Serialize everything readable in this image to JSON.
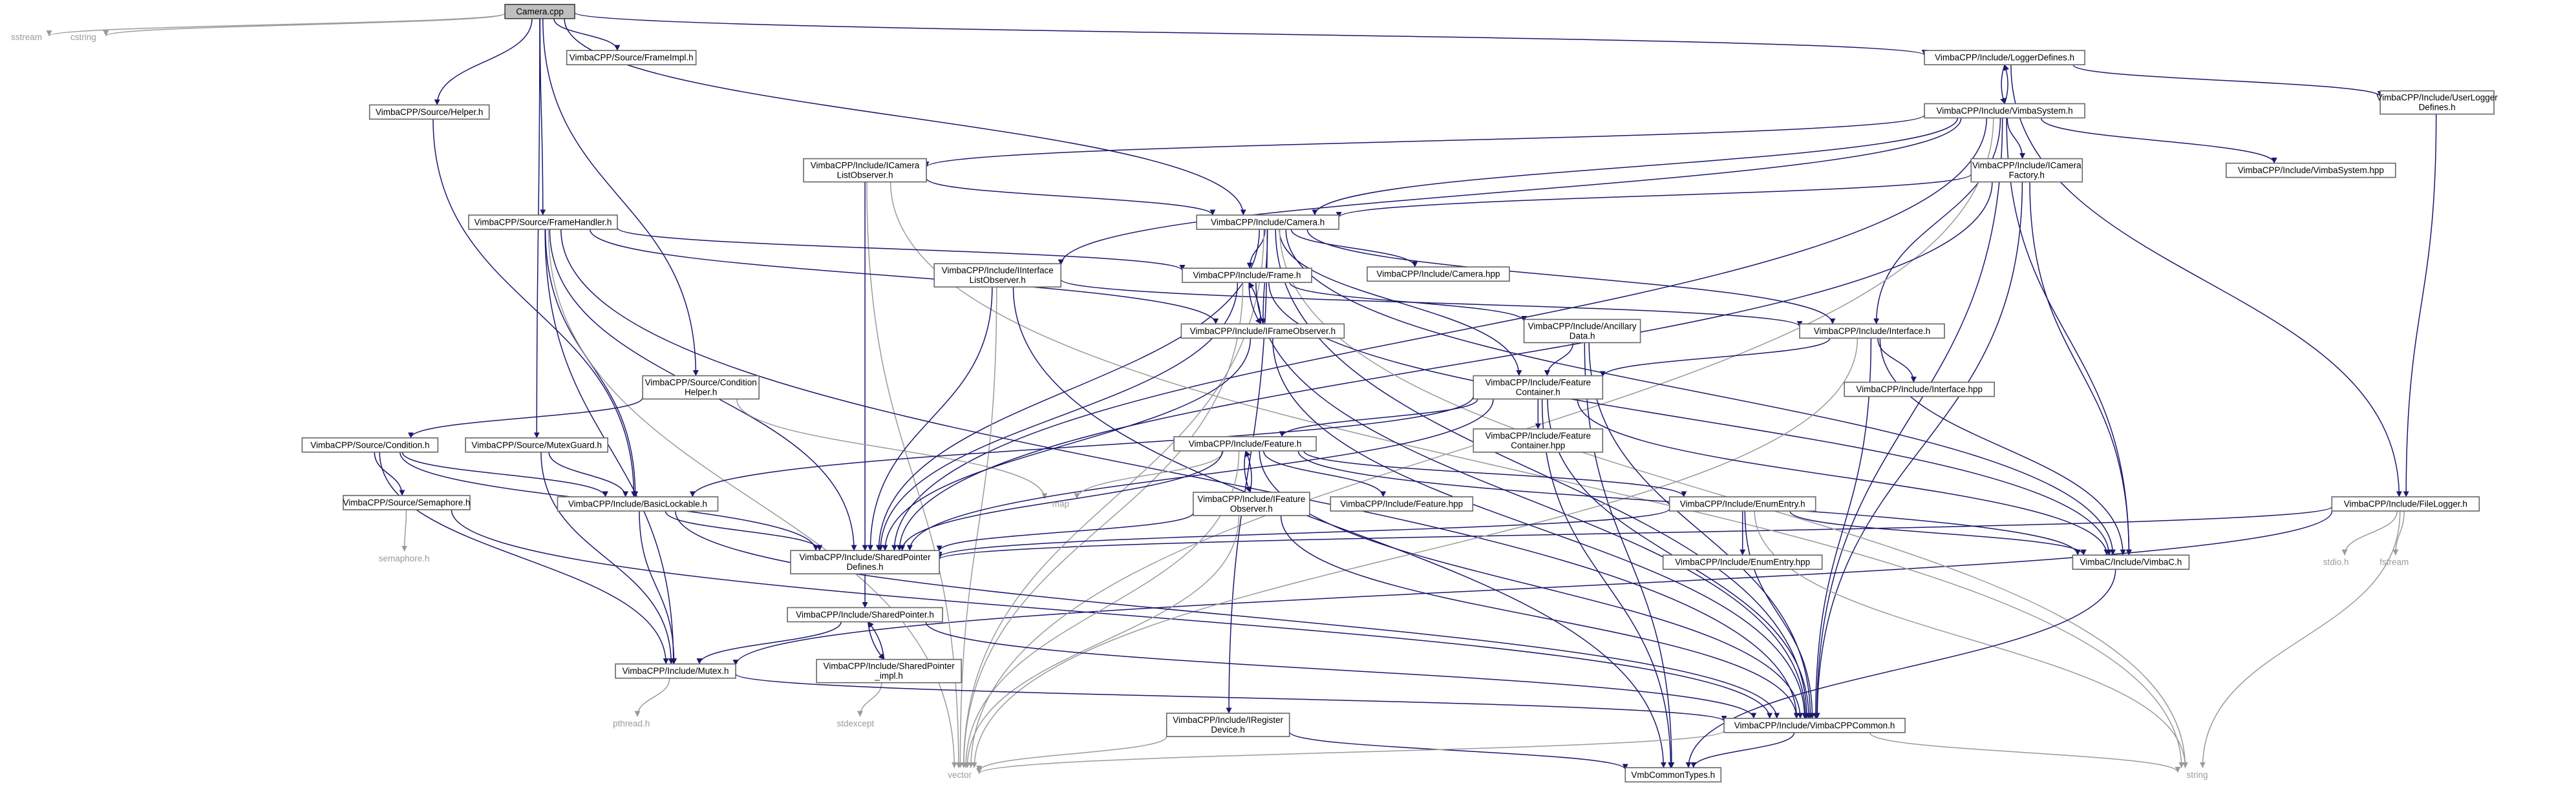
{
  "diagram": {
    "type": "include-dependency-graph",
    "colors": {
      "edge": "#191970",
      "system_edge": "#9a9a9a",
      "root_fill": "#bfbfbf",
      "node_border": "#666666"
    },
    "nodes": [
      {
        "id": "camera_cpp",
        "lines": [
          "Camera.cpp"
        ],
        "kind": "root"
      },
      {
        "id": "sstream",
        "lines": [
          "sstream"
        ],
        "kind": "system"
      },
      {
        "id": "cstring",
        "lines": [
          "cstring"
        ],
        "kind": "system"
      },
      {
        "id": "source_frameimpl",
        "lines": [
          "VimbaCPP/Source/FrameImpl.h"
        ],
        "kind": "file"
      },
      {
        "id": "source_helper",
        "lines": [
          "VimbaCPP/Source/Helper.h"
        ],
        "kind": "file"
      },
      {
        "id": "source_framehandler",
        "lines": [
          "VimbaCPP/Source/FrameHandler.h"
        ],
        "kind": "file"
      },
      {
        "id": "source_conditionhelper",
        "lines": [
          "VimbaCPP/Source/Condition",
          "Helper.h"
        ],
        "kind": "file"
      },
      {
        "id": "source_mutexguard",
        "lines": [
          "VimbaCPP/Source/MutexGuard.h"
        ],
        "kind": "file"
      },
      {
        "id": "source_condition",
        "lines": [
          "VimbaCPP/Source/Condition.h"
        ],
        "kind": "file"
      },
      {
        "id": "source_semaphore",
        "lines": [
          "VimbaCPP/Source/Semaphore.h"
        ],
        "kind": "file"
      },
      {
        "id": "semaphore_h",
        "lines": [
          "semaphore.h"
        ],
        "kind": "system"
      },
      {
        "id": "inc_loggerdefines",
        "lines": [
          "VimbaCPP/Include/LoggerDefines.h"
        ],
        "kind": "file"
      },
      {
        "id": "inc_vimbasystem",
        "lines": [
          "VimbaCPP/Include/VimbaSystem.h"
        ],
        "kind": "file"
      },
      {
        "id": "inc_userloggerdefines",
        "lines": [
          "VimbaCPP/Include/UserLogger",
          "Defines.h"
        ],
        "kind": "file"
      },
      {
        "id": "inc_icameralistobserver",
        "lines": [
          "VimbaCPP/Include/ICamera",
          "ListObserver.h"
        ],
        "kind": "file"
      },
      {
        "id": "inc_icamerafactory",
        "lines": [
          "VimbaCPP/Include/ICamera",
          "Factory.h"
        ],
        "kind": "file"
      },
      {
        "id": "inc_vimbasystem_hpp",
        "lines": [
          "VimbaCPP/Include/VimbaSystem.hpp"
        ],
        "kind": "file"
      },
      {
        "id": "inc_camera_h",
        "lines": [
          "VimbaCPP/Include/Camera.h"
        ],
        "kind": "file"
      },
      {
        "id": "inc_camera_hpp",
        "lines": [
          "VimbaCPP/Include/Camera.hpp"
        ],
        "kind": "file"
      },
      {
        "id": "inc_iinterfacelistobserver",
        "lines": [
          "VimbaCPP/Include/IInterface",
          "ListObserver.h"
        ],
        "kind": "file"
      },
      {
        "id": "inc_frame",
        "lines": [
          "VimbaCPP/Include/Frame.h"
        ],
        "kind": "file"
      },
      {
        "id": "inc_iframeobserver",
        "lines": [
          "VimbaCPP/Include/IFrameObserver.h"
        ],
        "kind": "file"
      },
      {
        "id": "inc_ancillarydata",
        "lines": [
          "VimbaCPP/Include/Ancillary",
          "Data.h"
        ],
        "kind": "file"
      },
      {
        "id": "inc_interface",
        "lines": [
          "VimbaCPP/Include/Interface.h"
        ],
        "kind": "file"
      },
      {
        "id": "inc_interface_hpp",
        "lines": [
          "VimbaCPP/Include/Interface.hpp"
        ],
        "kind": "file"
      },
      {
        "id": "inc_featurecontainer",
        "lines": [
          "VimbaCPP/Include/Feature",
          "Container.h"
        ],
        "kind": "file"
      },
      {
        "id": "inc_featurecontainer_hpp",
        "lines": [
          "VimbaCPP/Include/Feature",
          "Container.hpp"
        ],
        "kind": "file"
      },
      {
        "id": "inc_feature",
        "lines": [
          "VimbaCPP/Include/Feature.h"
        ],
        "kind": "file"
      },
      {
        "id": "map",
        "lines": [
          "map"
        ],
        "kind": "system"
      },
      {
        "id": "inc_ifeatureobserver",
        "lines": [
          "VimbaCPP/Include/IFeature",
          "Observer.h"
        ],
        "kind": "file"
      },
      {
        "id": "inc_feature_hpp",
        "lines": [
          "VimbaCPP/Include/Feature.hpp"
        ],
        "kind": "file"
      },
      {
        "id": "inc_enumentry",
        "lines": [
          "VimbaCPP/Include/EnumEntry.h"
        ],
        "kind": "file"
      },
      {
        "id": "inc_enumentry_hpp",
        "lines": [
          "VimbaCPP/Include/EnumEntry.hpp"
        ],
        "kind": "file"
      },
      {
        "id": "inc_basiclockable",
        "lines": [
          "VimbaCPP/Include/BasicLockable.h"
        ],
        "kind": "file"
      },
      {
        "id": "inc_sharedpointerdefines",
        "lines": [
          "VimbaCPP/Include/SharedPointer",
          "Defines.h"
        ],
        "kind": "file"
      },
      {
        "id": "inc_sharedpointer",
        "lines": [
          "VimbaCPP/Include/SharedPointer.h"
        ],
        "kind": "file"
      },
      {
        "id": "inc_sharedpointer_impl",
        "lines": [
          "VimbaCPP/Include/SharedPointer",
          "_impl.h"
        ],
        "kind": "file"
      },
      {
        "id": "stdexcept",
        "lines": [
          "stdexcept"
        ],
        "kind": "system"
      },
      {
        "id": "inc_mutex",
        "lines": [
          "VimbaCPP/Include/Mutex.h"
        ],
        "kind": "file"
      },
      {
        "id": "pthread",
        "lines": [
          "pthread.h"
        ],
        "kind": "system"
      },
      {
        "id": "inc_registerdevice",
        "lines": [
          "VimbaCPP/Include/IRegister",
          "Device.h"
        ],
        "kind": "file"
      },
      {
        "id": "inc_vimbacppcommon",
        "lines": [
          "VimbaCPP/Include/VimbaCPPCommon.h"
        ],
        "kind": "file"
      },
      {
        "id": "vimbac",
        "lines": [
          "VimbaC/Include/VimbaC.h"
        ],
        "kind": "file"
      },
      {
        "id": "vmbcommontypes",
        "lines": [
          "VmbCommonTypes.h"
        ],
        "kind": "file"
      },
      {
        "id": "vector",
        "lines": [
          "vector"
        ],
        "kind": "system"
      },
      {
        "id": "string",
        "lines": [
          "string"
        ],
        "kind": "system"
      },
      {
        "id": "inc_filelogger",
        "lines": [
          "VimbaCPP/Include/FileLogger.h"
        ],
        "kind": "file"
      },
      {
        "id": "stdio",
        "lines": [
          "stdio.h"
        ],
        "kind": "system"
      },
      {
        "id": "fstream",
        "lines": [
          "fstream"
        ],
        "kind": "system"
      }
    ],
    "edges": [
      [
        "camera_cpp",
        "sstream"
      ],
      [
        "camera_cpp",
        "cstring"
      ],
      [
        "camera_cpp",
        "source_frameimpl"
      ],
      [
        "camera_cpp",
        "source_helper"
      ],
      [
        "camera_cpp",
        "source_framehandler"
      ],
      [
        "camera_cpp",
        "source_conditionhelper"
      ],
      [
        "camera_cpp",
        "source_mutexguard"
      ],
      [
        "camera_cpp",
        "inc_loggerdefines"
      ],
      [
        "camera_cpp",
        "inc_camera_h"
      ],
      [
        "inc_loggerdefines",
        "inc_vimbasystem"
      ],
      [
        "inc_vimbasystem",
        "inc_loggerdefines"
      ],
      [
        "inc_loggerdefines",
        "inc_userloggerdefines"
      ],
      [
        "inc_loggerdefines",
        "inc_filelogger"
      ],
      [
        "inc_userloggerdefines",
        "inc_filelogger"
      ],
      [
        "inc_filelogger",
        "stdio"
      ],
      [
        "inc_filelogger",
        "fstream"
      ],
      [
        "inc_filelogger",
        "string"
      ],
      [
        "inc_filelogger",
        "inc_mutex"
      ],
      [
        "inc_filelogger",
        "inc_sharedpointerdefines"
      ],
      [
        "inc_vimbasystem",
        "inc_icameralistobserver"
      ],
      [
        "inc_vimbasystem",
        "inc_icamerafactory"
      ],
      [
        "inc_vimbasystem",
        "inc_vimbasystem_hpp"
      ],
      [
        "inc_vimbasystem",
        "inc_camera_h"
      ],
      [
        "inc_vimbasystem",
        "inc_interface"
      ],
      [
        "inc_vimbasystem",
        "inc_iinterfacelistobserver"
      ],
      [
        "inc_vimbasystem",
        "vector"
      ],
      [
        "inc_vimbasystem",
        "inc_sharedpointerdefines"
      ],
      [
        "inc_vimbasystem",
        "vimbac"
      ],
      [
        "inc_vimbasystem",
        "inc_vimbacppcommon"
      ],
      [
        "inc_icameralistobserver",
        "inc_camera_h"
      ],
      [
        "inc_icameralistobserver",
        "vector"
      ],
      [
        "inc_icameralistobserver",
        "inc_sharedpointerdefines"
      ],
      [
        "inc_icameralistobserver",
        "string"
      ],
      [
        "inc_icamerafactory",
        "inc_camera_h"
      ],
      [
        "inc_icamerafactory",
        "vimbac"
      ],
      [
        "inc_icamerafactory",
        "inc_vimbacppcommon"
      ],
      [
        "inc_icamerafactory",
        "inc_sharedpointerdefines"
      ],
      [
        "source_helper",
        "inc_basiclockable"
      ],
      [
        "source_framehandler",
        "inc_frame"
      ],
      [
        "source_framehandler",
        "inc_iframeobserver"
      ],
      [
        "source_framehandler",
        "inc_sharedpointerdefines"
      ],
      [
        "source_framehandler",
        "inc_basiclockable"
      ],
      [
        "source_framehandler",
        "inc_mutex"
      ],
      [
        "source_framehandler",
        "vector"
      ],
      [
        "source_framehandler",
        "inc_vimbacppcommon"
      ],
      [
        "source_conditionhelper",
        "source_condition"
      ],
      [
        "source_conditionhelper",
        "map"
      ],
      [
        "source_mutexguard",
        "inc_basiclockable"
      ],
      [
        "source_mutexguard",
        "inc_mutex"
      ],
      [
        "source_condition",
        "source_semaphore"
      ],
      [
        "source_condition",
        "inc_basiclockable"
      ],
      [
        "source_condition",
        "inc_mutex"
      ],
      [
        "source_condition",
        "inc_sharedpointerdefines"
      ],
      [
        "source_semaphore",
        "semaphore_h"
      ],
      [
        "source_semaphore",
        "inc_vimbacppcommon"
      ],
      [
        "inc_camera_h",
        "inc_camera_hpp"
      ],
      [
        "inc_camera_h",
        "inc_frame"
      ],
      [
        "inc_camera_h",
        "inc_iframeobserver"
      ],
      [
        "inc_camera_h",
        "inc_featurecontainer"
      ],
      [
        "inc_camera_h",
        "inc_registerdevice"
      ],
      [
        "inc_camera_h",
        "inc_interface"
      ],
      [
        "inc_camera_h",
        "vector"
      ],
      [
        "inc_camera_h",
        "string"
      ],
      [
        "inc_camera_h",
        "vimbac"
      ],
      [
        "inc_camera_h",
        "inc_vimbacppcommon"
      ],
      [
        "inc_camera_h",
        "inc_sharedpointerdefines"
      ],
      [
        "inc_iinterfacelistobserver",
        "inc_interface"
      ],
      [
        "inc_iinterfacelistobserver",
        "vector"
      ],
      [
        "inc_iinterfacelistobserver",
        "inc_sharedpointerdefines"
      ],
      [
        "inc_iinterfacelistobserver",
        "vmbcommontypes"
      ],
      [
        "inc_frame",
        "inc_iframeobserver"
      ],
      [
        "inc_iframeobserver",
        "inc_frame"
      ],
      [
        "inc_frame",
        "inc_ancillarydata"
      ],
      [
        "inc_frame",
        "vector"
      ],
      [
        "inc_frame",
        "inc_sharedpointerdefines"
      ],
      [
        "inc_frame",
        "vimbac"
      ],
      [
        "inc_frame",
        "inc_vimbacppcommon"
      ],
      [
        "inc_iframeobserver",
        "inc_sharedpointerdefines"
      ],
      [
        "inc_iframeobserver",
        "inc_vimbacppcommon"
      ],
      [
        "inc_ancillarydata",
        "inc_featurecontainer"
      ],
      [
        "inc_ancillarydata",
        "vmbcommontypes"
      ],
      [
        "inc_ancillarydata",
        "inc_vimbacppcommon"
      ],
      [
        "inc_interface",
        "inc_interface_hpp"
      ],
      [
        "inc_interface",
        "inc_featurecontainer"
      ],
      [
        "inc_interface",
        "vector"
      ],
      [
        "inc_interface",
        "vimbac"
      ],
      [
        "inc_interface",
        "inc_vimbacppcommon"
      ],
      [
        "inc_featurecontainer",
        "inc_featurecontainer_hpp"
      ],
      [
        "inc_featurecontainer",
        "inc_feature"
      ],
      [
        "inc_featurecontainer",
        "inc_basiclockable"
      ],
      [
        "inc_featurecontainer",
        "inc_sharedpointerdefines"
      ],
      [
        "inc_featurecontainer",
        "vmbcommontypes"
      ],
      [
        "inc_featurecontainer",
        "inc_vimbacppcommon"
      ],
      [
        "inc_featurecontainer",
        "vimbac"
      ],
      [
        "inc_feature",
        "inc_ifeatureobserver"
      ],
      [
        "inc_ifeatureobserver",
        "inc_feature"
      ],
      [
        "inc_feature",
        "map"
      ],
      [
        "inc_feature",
        "inc_feature_hpp"
      ],
      [
        "inc_feature",
        "inc_enumentry"
      ],
      [
        "inc_feature",
        "vector"
      ],
      [
        "inc_feature",
        "inc_sharedpointerdefines"
      ],
      [
        "inc_feature",
        "vimbac"
      ],
      [
        "inc_feature",
        "inc_vimbacppcommon"
      ],
      [
        "inc_ifeatureobserver",
        "vector"
      ],
      [
        "inc_ifeatureobserver",
        "inc_sharedpointerdefines"
      ],
      [
        "inc_ifeatureobserver",
        "inc_vimbacppcommon"
      ],
      [
        "inc_enumentry",
        "inc_enumentry_hpp"
      ],
      [
        "inc_enumentry",
        "vimbac"
      ],
      [
        "inc_enumentry",
        "string"
      ],
      [
        "inc_enumentry",
        "inc_sharedpointerdefines"
      ],
      [
        "inc_enumentry",
        "inc_vimbacppcommon"
      ],
      [
        "inc_basiclockable",
        "inc_mutex"
      ],
      [
        "inc_basiclockable",
        "inc_sharedpointerdefines"
      ],
      [
        "inc_basiclockable",
        "inc_vimbacppcommon"
      ],
      [
        "inc_sharedpointerdefines",
        "inc_sharedpointer"
      ],
      [
        "inc_sharedpointer",
        "inc_sharedpointer_impl"
      ],
      [
        "inc_sharedpointer_impl",
        "inc_sharedpointer"
      ],
      [
        "inc_sharedpointer",
        "inc_mutex"
      ],
      [
        "inc_sharedpointer",
        "inc_vimbacppcommon"
      ],
      [
        "inc_sharedpointer_impl",
        "stdexcept"
      ],
      [
        "inc_mutex",
        "pthread"
      ],
      [
        "inc_mutex",
        "inc_vimbacppcommon"
      ],
      [
        "inc_registerdevice",
        "vector"
      ],
      [
        "inc_registerdevice",
        "vmbcommontypes"
      ],
      [
        "inc_vimbacppcommon",
        "vector"
      ],
      [
        "inc_vimbacppcommon",
        "string"
      ],
      [
        "inc_vimbacppcommon",
        "vmbcommontypes"
      ],
      [
        "vimbac",
        "vmbcommontypes"
      ]
    ]
  }
}
